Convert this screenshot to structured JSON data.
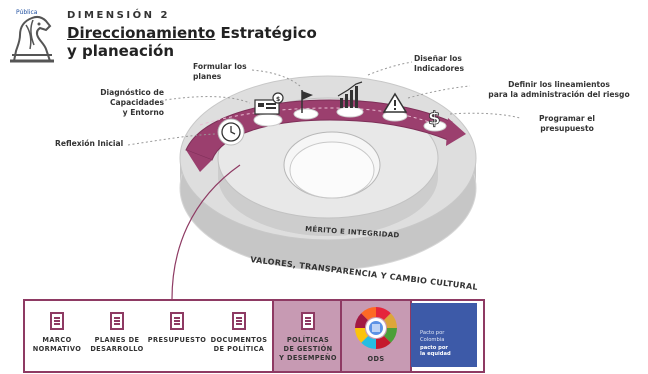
{
  "header": {
    "corner_text": "Pública",
    "dimension": "DIMENSIÓN 2",
    "title_underlined": "Direccionamiento",
    "title_rest": " Estratégico",
    "title_line2": "y planeación"
  },
  "steps": [
    {
      "id": "reflexion",
      "label": "Reflexión Inicial",
      "icon": "clock-icon"
    },
    {
      "id": "diagnostico",
      "label": "Diagnóstico de\nCapacidades\ny Entorno",
      "icon": "org-chart-icon"
    },
    {
      "id": "formular",
      "label": "Formular los\nplanes",
      "icon": "flag-icon"
    },
    {
      "id": "indicadores",
      "label": "Diseñar los\nIndicadores",
      "icon": "bar-chart-icon"
    },
    {
      "id": "riesgo",
      "label": "Definir los lineamientos\npara la administración del riesgo",
      "icon": "warning-icon"
    },
    {
      "id": "presupuesto",
      "label": "Programar el\npresupuesto",
      "icon": "dollar-icon"
    }
  ],
  "rings": {
    "inner": "MÉRITO E INTEGRIDAD",
    "outer": "VALORES, TRANSPARENCIA Y CAMBIO CULTURAL"
  },
  "bottom_sections": [
    {
      "label": "MARCO\nNORMATIVO",
      "icon": "document-icon",
      "highlight": false
    },
    {
      "label": "PLANES DE\nDESARROLLO",
      "icon": "document-icon",
      "highlight": false
    },
    {
      "label": "PRESUPUESTO",
      "icon": "document-icon",
      "highlight": false
    },
    {
      "label": "DOCUMENTOS\nDE POLÍTICA",
      "icon": "document-icon",
      "highlight": false
    },
    {
      "label": "POLÍTICAS\nDE GESTIÓN\nY DESEMPEÑO",
      "icon": "document-icon",
      "highlight": true
    },
    {
      "label": "ODS",
      "icon": "sdg-wheel-icon",
      "highlight": true
    }
  ],
  "pacto": {
    "line1": "Pacto por\nColombia",
    "line2": "pacto por\nla equidad"
  },
  "colors": {
    "accent": "#8e3a63",
    "accent_light": "#c79ab3",
    "ring_grey": "#cfcfcf",
    "blue": "#3d5aa8"
  }
}
